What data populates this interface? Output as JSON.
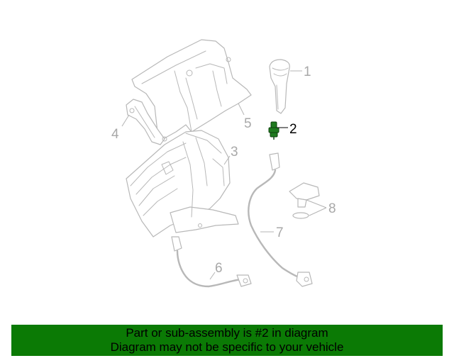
{
  "callouts": {
    "c1": "1",
    "c2": "2",
    "c3": "3",
    "c4": "4",
    "c5": "5",
    "c6": "6",
    "c7": "7",
    "c8": "8"
  },
  "highlighted_part": "2",
  "colors": {
    "line_art": "#b8b8b8",
    "highlight_part": "#1f7a1f",
    "banner_background": "#0b7a05",
    "banner_text": "#000000"
  },
  "banner": {
    "line1": "Part or sub-assembly is #2 in diagram",
    "line2": "Diagram may not be specific to your vehicle"
  }
}
